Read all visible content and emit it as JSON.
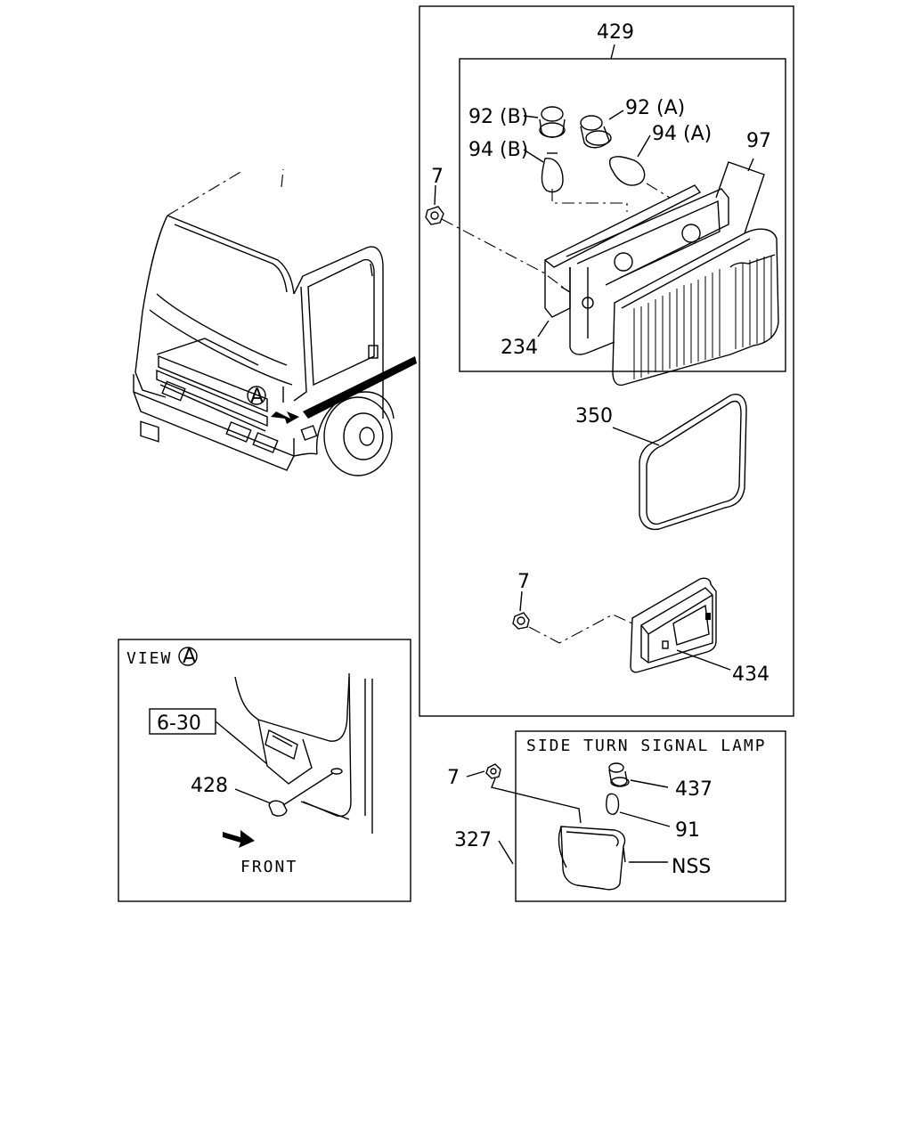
{
  "labels": {
    "lamp_assembly": "429",
    "socket_b": "92 (B)",
    "socket_a": "92 (A)",
    "bulb_b": "94 (B)",
    "bulb_a": "94 (A)",
    "lens": "97",
    "nut_top": "7",
    "gasket": "234",
    "pad": "350",
    "nut_mid": "7",
    "marker_lamp": "434",
    "view_ref": "6-30",
    "plug": "428",
    "nut_side": "7",
    "side_lamp": "327",
    "side_socket": "437",
    "side_bulb": "91",
    "nss": "NSS"
  },
  "view_box": {
    "title": "VIEW",
    "circle_letter": "A",
    "front_label": "FRONT"
  },
  "side_turn_box": {
    "title": "SIDE TURN SIGNAL LAMP"
  },
  "truck_callout": {
    "circle_letter": "A"
  }
}
